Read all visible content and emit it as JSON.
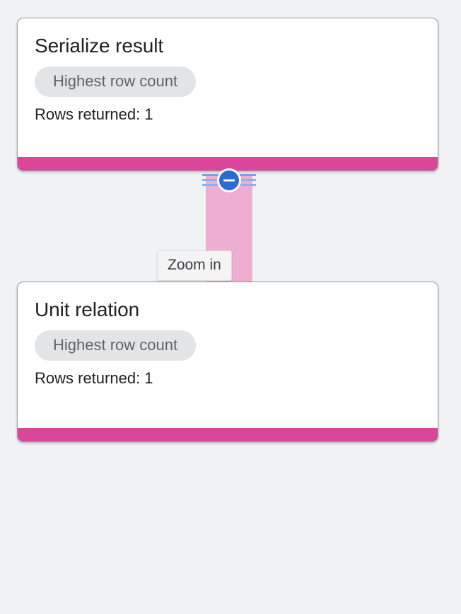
{
  "page": {
    "background_color": "#f1f2f4"
  },
  "graph": {
    "nodes": [
      {
        "title": "Serialize result",
        "badge": "Highest row count",
        "rows": "Rows returned: 1",
        "accent_color": "#db459a"
      },
      {
        "title": "Unit relation",
        "badge": "Highest row count",
        "rows": "Rows returned: 1",
        "accent_color": "#db459a"
      }
    ],
    "connector": {
      "color": "#eeaed2"
    },
    "zoom_control": {
      "icon": "minus-circle-icon",
      "button_color": "#2a6bd4",
      "grip_color": "#8fb0ea"
    },
    "tooltip": {
      "text": "Zoom in"
    }
  }
}
